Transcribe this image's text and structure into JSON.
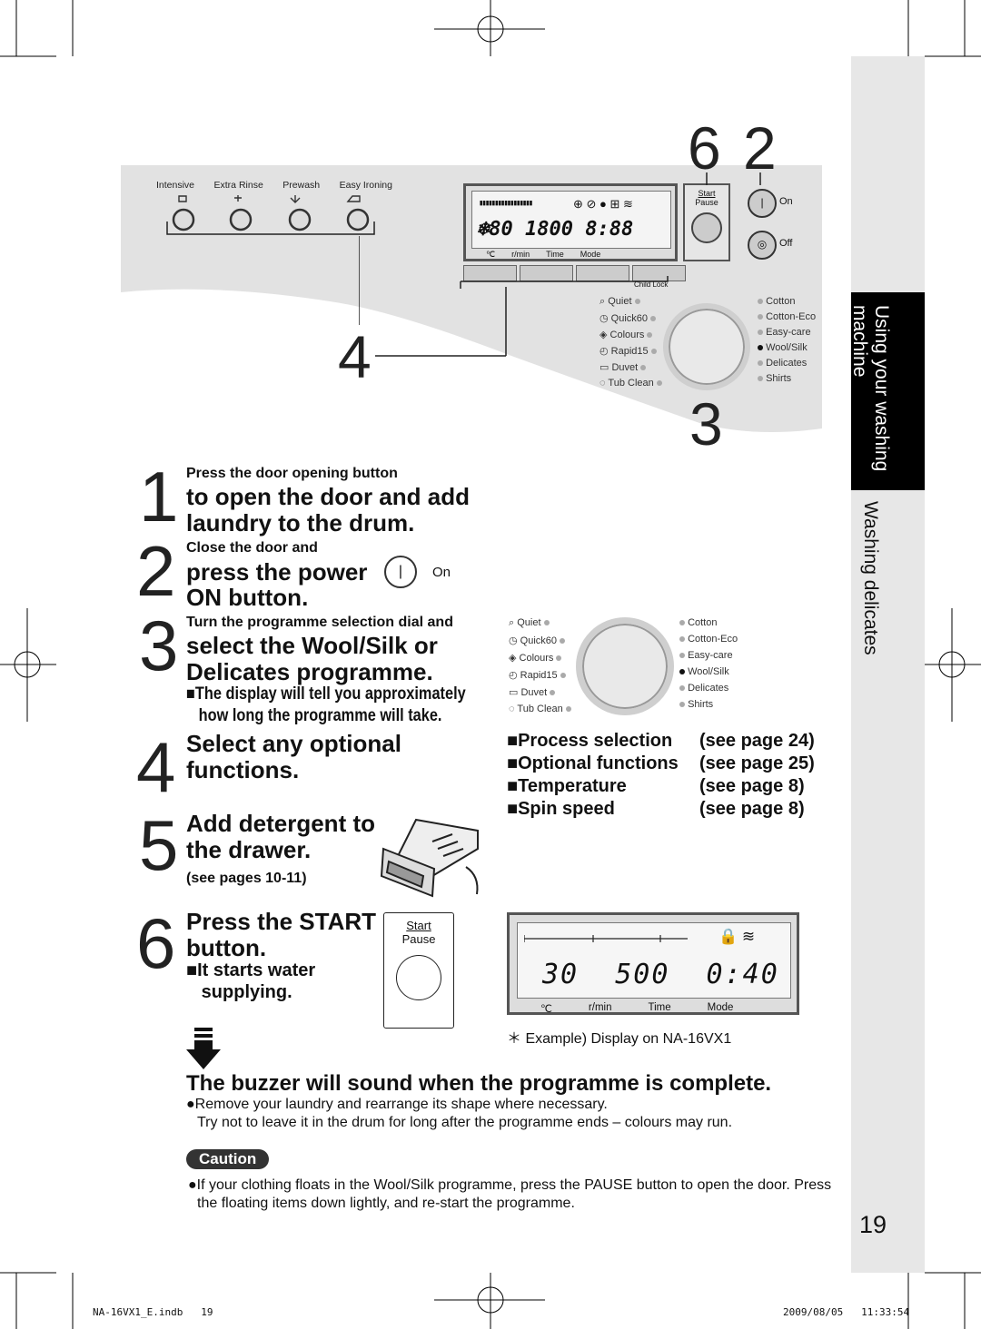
{
  "sidebar": {
    "section": "Using your washing machine",
    "section_line1": "Using your washing",
    "section_line2": "machine",
    "topic": "Washing delicates",
    "page_number": "19"
  },
  "panel": {
    "option_buttons": [
      "Intensive",
      "Extra Rinse",
      "Prewash",
      "Easy Ironing"
    ],
    "start_label_line1": "Start",
    "start_label_line2": "Pause",
    "power_on": "On",
    "power_off": "Off",
    "child_lock": "Child Lock",
    "lcd_top": "▮▮▮▮▮▮▮▮▮▮▮▮▮▮▮▮▮",
    "lcd_main": "❄80 1800 8:88",
    "lcd_units": [
      "℃",
      "r/min",
      "Time",
      "Mode"
    ],
    "callouts": {
      "six": "6",
      "two": "2",
      "four": "4",
      "three": "3"
    },
    "programmes_left": [
      "Quiet",
      "Quick60",
      "Colours",
      "Rapid15",
      "Duvet",
      "Tub Clean"
    ],
    "programmes_right": [
      "Cotton",
      "Cotton-Eco",
      "Easy-care",
      "Wool/Silk",
      "Delicates",
      "Shirts"
    ]
  },
  "steps": [
    {
      "num": "1",
      "small": "Press the door opening button",
      "main": "to open the door and add laundry to the drum."
    },
    {
      "num": "2",
      "small": "Close the door and",
      "main_line1": "press the power",
      "main_line2": "ON button.",
      "icon_label": "On"
    },
    {
      "num": "3",
      "small": "Turn the programme selection dial and",
      "main": "select the Wool/Silk or Delicates programme.",
      "note_line1": "The display will tell you approximately",
      "note_line2": "how long the programme will take."
    },
    {
      "num": "4",
      "main": "Select any optional functions."
    },
    {
      "num": "5",
      "main_line1": "Add detergent to",
      "main_line2": "the drawer.",
      "sub": "(see pages 10-11)"
    },
    {
      "num": "6",
      "main_line1": "Press the START",
      "main_line2": "button.",
      "note_line1": "It starts water",
      "note_line2": "supplying.",
      "icon_line1": "Start",
      "icon_line2": "Pause"
    }
  ],
  "references": [
    {
      "label": "Process selection",
      "page": "(see page 24)"
    },
    {
      "label": "Optional functions",
      "page": "(see page 25)"
    },
    {
      "label": "Temperature",
      "page": "(see page 8)"
    },
    {
      "label": "Spin speed",
      "page": "(see page 8)"
    }
  ],
  "example_display": {
    "values": "30  500  0:40",
    "units": [
      "℃",
      "r/min",
      "Time",
      "Mode"
    ],
    "caption": "＊ Example) Display on NA-16VX1"
  },
  "completion": {
    "heading": "The buzzer will sound when the programme is complete.",
    "line1": "●Remove your laundry and rearrange its shape where necessary.",
    "line2": "Try not to leave it in the drum for long after the programme ends – colours may run."
  },
  "caution": {
    "badge": "Caution",
    "text": "●If your clothing floats in the Wool/Silk programme, press the PAUSE button to open the door. Press the floating items down lightly, and re-start the programme."
  },
  "footer": {
    "file": "NA-16VX1_E.indb   19",
    "datetime": "2009/08/05   11:33:54"
  }
}
